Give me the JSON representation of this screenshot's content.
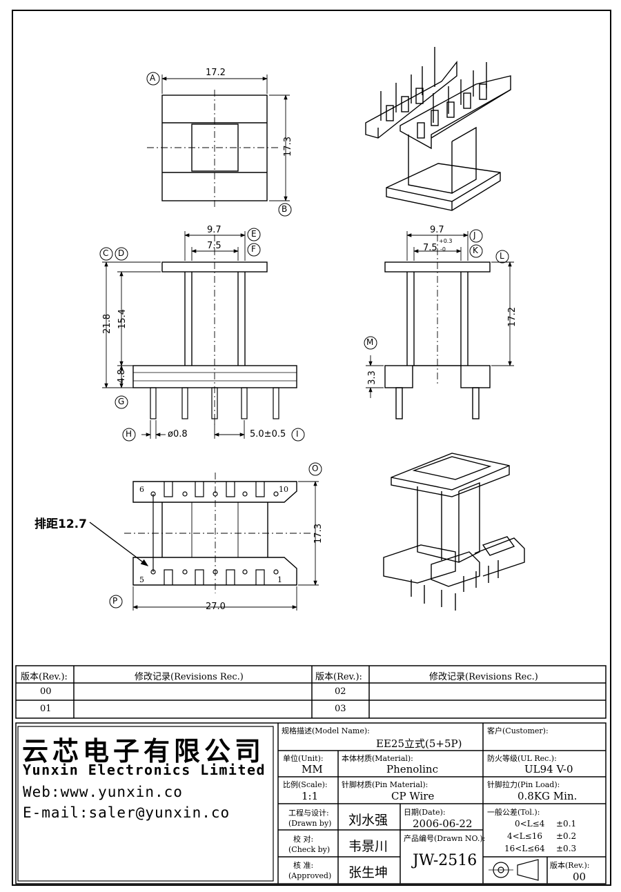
{
  "drawing": {
    "markers": [
      "A",
      "B",
      "C",
      "D",
      "E",
      "F",
      "G",
      "H",
      "I",
      "J",
      "K",
      "L",
      "M",
      "O",
      "P"
    ],
    "dims": {
      "top_width": "17.2",
      "top_height": "17.3",
      "front_outer": "9.7",
      "front_inner": "7.5",
      "front_total": "21.8",
      "front_body": "15.4",
      "front_base": "4.8",
      "pin_dia": "ø0.8",
      "pin_pitch": "5.0±0.5",
      "side_outer": "9.7",
      "side_inner": "7.5",
      "side_tol_hi": "+0.3",
      "side_tol_lo": "-0",
      "side_height": "17.2",
      "side_base": "3.3",
      "bottom_height": "17.3",
      "bottom_width": "27.0",
      "row_pitch": "排距12.7"
    },
    "pin_numbers": {
      "p6": "6",
      "p10": "10",
      "p5": "5",
      "p1": "1"
    }
  },
  "revisions": {
    "header_rev": "版本(Rev.):",
    "header_rec": "修改记录(Revisions Rec.)",
    "rows_left": [
      "00",
      "01"
    ],
    "rows_right": [
      "02",
      "03"
    ]
  },
  "company": {
    "name_cn": "云芯电子有限公司",
    "name_en": "Yunxin Electronics Limited",
    "web": "Web:www.yunxin.co",
    "email": "E-mail:saler@yunxin.co"
  },
  "titleblock": {
    "model_label": "规格描述(Model Name):",
    "model_value": "EE25立式(5+5P)",
    "customer_label": "客户(Customer):",
    "unit_label": "单位(Unit):",
    "unit_value": "MM",
    "material_label": "本体材质(Material):",
    "material_value": "Phenolinc",
    "ul_label": "防火等级(UL Rec.):",
    "ul_value": "UL94 V-0",
    "scale_label": "比例(Scale):",
    "scale_value": "1:1",
    "pin_material_label": "针脚材质(Pin Material):",
    "pin_material_value": "CP Wire",
    "pin_load_label": "针脚拉力(Pin Load):",
    "pin_load_value": "0.8KG Min.",
    "drawn_label_cn": "工程与设计:",
    "drawn_label_en": "(Drawn by)",
    "drawn_value": "刘水强",
    "date_label": "日期(Date):",
    "date_value": "2006-06-22",
    "tol_label": "一般公差(Tol.):",
    "tol_rows": [
      {
        "range": "0<L≤4",
        "tol": "±0.1"
      },
      {
        "range": "4<L≤16",
        "tol": "±0.2"
      },
      {
        "range": "16<L≤64",
        "tol": "±0.3"
      }
    ],
    "check_label_cn": "校  对:",
    "check_label_en": "(Check by)",
    "check_value": "韦景川",
    "drawn_no_label": "产品编号(Drawn NO.):",
    "drawn_no_value": "JW-2516",
    "approved_label_cn": "核  准:",
    "approved_label_en": "(Approved)",
    "approved_value": "张生坤",
    "rev_label": "版本(Rev.):",
    "rev_value": "00"
  }
}
